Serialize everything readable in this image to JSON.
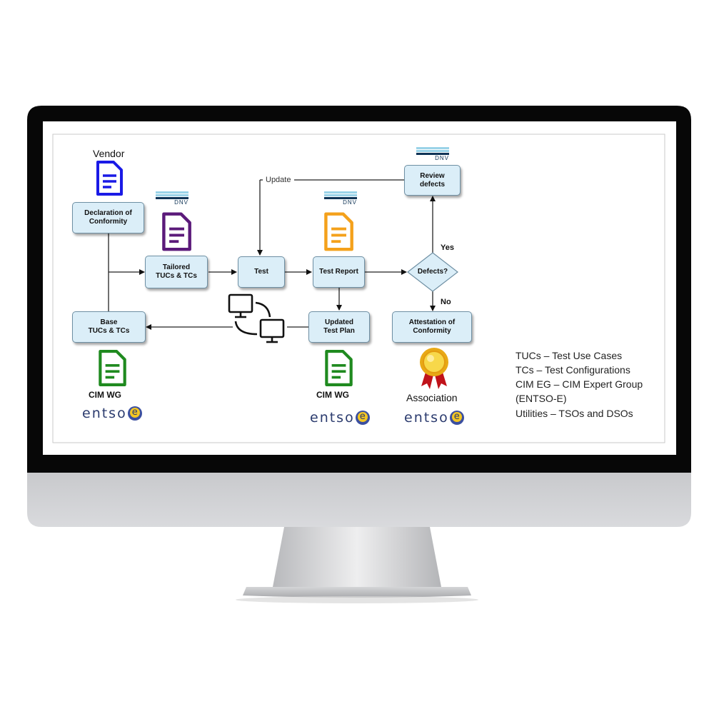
{
  "diagram": {
    "nodes": {
      "declaration": "Declaration of\nConformity",
      "tailored": "Tailored\nTUCs & TCs",
      "test": "Test",
      "test_report": "Test Report",
      "defects": "Defects?",
      "review": "Review\ndefects",
      "base": "Base\nTUCs & TCs",
      "updated_plan": "Updated\nTest Plan",
      "attestation": "Attestation of\nConformity"
    },
    "edge_labels": {
      "update": "Update",
      "yes": "Yes",
      "no": "No"
    },
    "captions": {
      "vendor": "Vendor",
      "cim_wg_left": "CIM WG",
      "cim_wg_mid": "CIM WG",
      "association": "Association"
    },
    "logos": {
      "dnv_1": "DNV",
      "dnv_2": "DNV",
      "dnv_3": "DNV",
      "entsoe_1": "entso",
      "entsoe_2": "entso",
      "entsoe_3": "entso",
      "entsoe_letter": "e"
    },
    "icon_colors": {
      "vendor_doc": "#1a1ae6",
      "tailored_doc": "#5b1a7a",
      "report_doc": "#f4a11b",
      "cimwg_doc": "#1f8a1f"
    }
  },
  "legend": [
    "TUCs – Test Use Cases",
    "TCs – Test Configurations",
    "CIM EG – CIM Expert Group",
    "(ENTSO-E)",
    "Utilities – TSOs and DSOs"
  ]
}
